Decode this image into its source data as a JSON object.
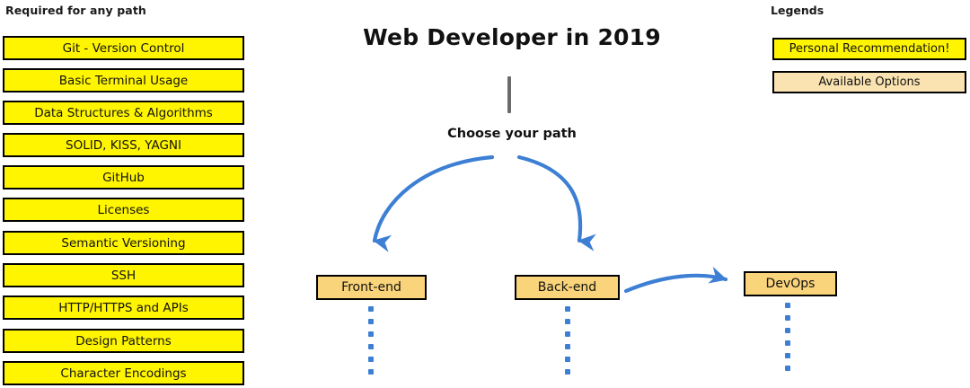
{
  "left_column": {
    "header": "Required for any path",
    "items": [
      {
        "label": "Git - Version Control",
        "color": "#FFF500"
      },
      {
        "label": "Basic Terminal Usage",
        "color": "#FFF500"
      },
      {
        "label": "Data Structures & Algorithms",
        "color": "#FFF500"
      },
      {
        "label": "SOLID, KISS, YAGNI",
        "color": "#FFF500"
      },
      {
        "label": "GitHub",
        "color": "#FFF500"
      },
      {
        "label": "Licenses",
        "color": "#FFF500"
      },
      {
        "label": "Semantic Versioning",
        "color": "#FFF500"
      },
      {
        "label": "SSH",
        "color": "#FFF500"
      },
      {
        "label": "HTTP/HTTPS and APIs",
        "color": "#FFF500"
      },
      {
        "label": "Design Patterns",
        "color": "#FFF500"
      },
      {
        "label": "Character Encodings",
        "color": "#FFF500"
      }
    ]
  },
  "center": {
    "title": "Web Developer in 2019",
    "choose_label": "Choose your path",
    "paths": [
      {
        "label": "Front-end",
        "color": "#FAD47A"
      },
      {
        "label": "Back-end",
        "color": "#FAD47A"
      },
      {
        "label": "DevOps",
        "color": "#FAD47A"
      }
    ]
  },
  "legends": {
    "header": "Legends",
    "items": [
      {
        "label": "Personal Recommendation!",
        "color": "#FFF500"
      },
      {
        "label": "Available Options",
        "color": "#FAE3B0"
      }
    ]
  },
  "colors": {
    "recommendation_yellow": "#FFF500",
    "option_tan": "#FAE3B0",
    "path_tan": "#FAD47A",
    "arrow_blue": "#3C7FD4",
    "stem_gray": "#6B6B6B",
    "border_black": "#000000",
    "background": "#FFFFFF"
  }
}
